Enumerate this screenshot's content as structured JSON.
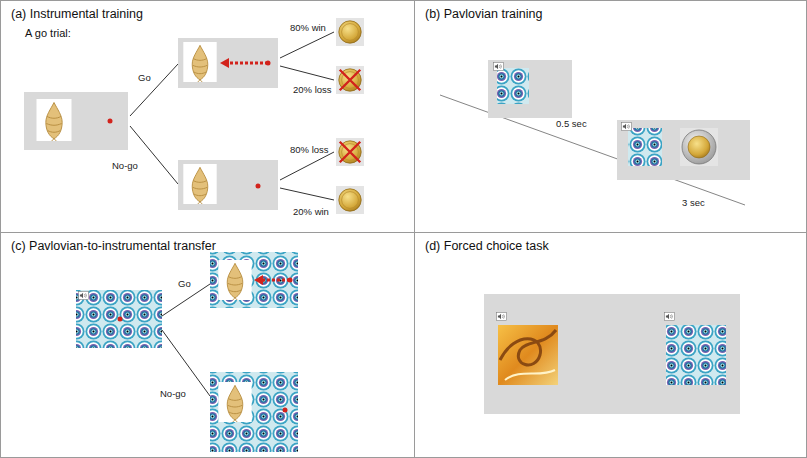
{
  "diagram": {
    "nodes": [
      {
        "text": [
          "(a) Instrumental training",
          "A go trial:"
        ]
      },
      {
        "text": [
          "(b) Pavlovian training"
        ]
      },
      {
        "text": [
          "(c) Pavlovian-to-instrumental transfer"
        ]
      },
      {
        "text": [
          "(d) Forced choice task"
        ]
      }
    ],
    "labels": [
      "Go",
      "No-go",
      "80% win",
      "20% loss",
      "80% loss",
      "20% win",
      "0.5 sec",
      "3 sec",
      "Go",
      "No-go"
    ]
  }
}
